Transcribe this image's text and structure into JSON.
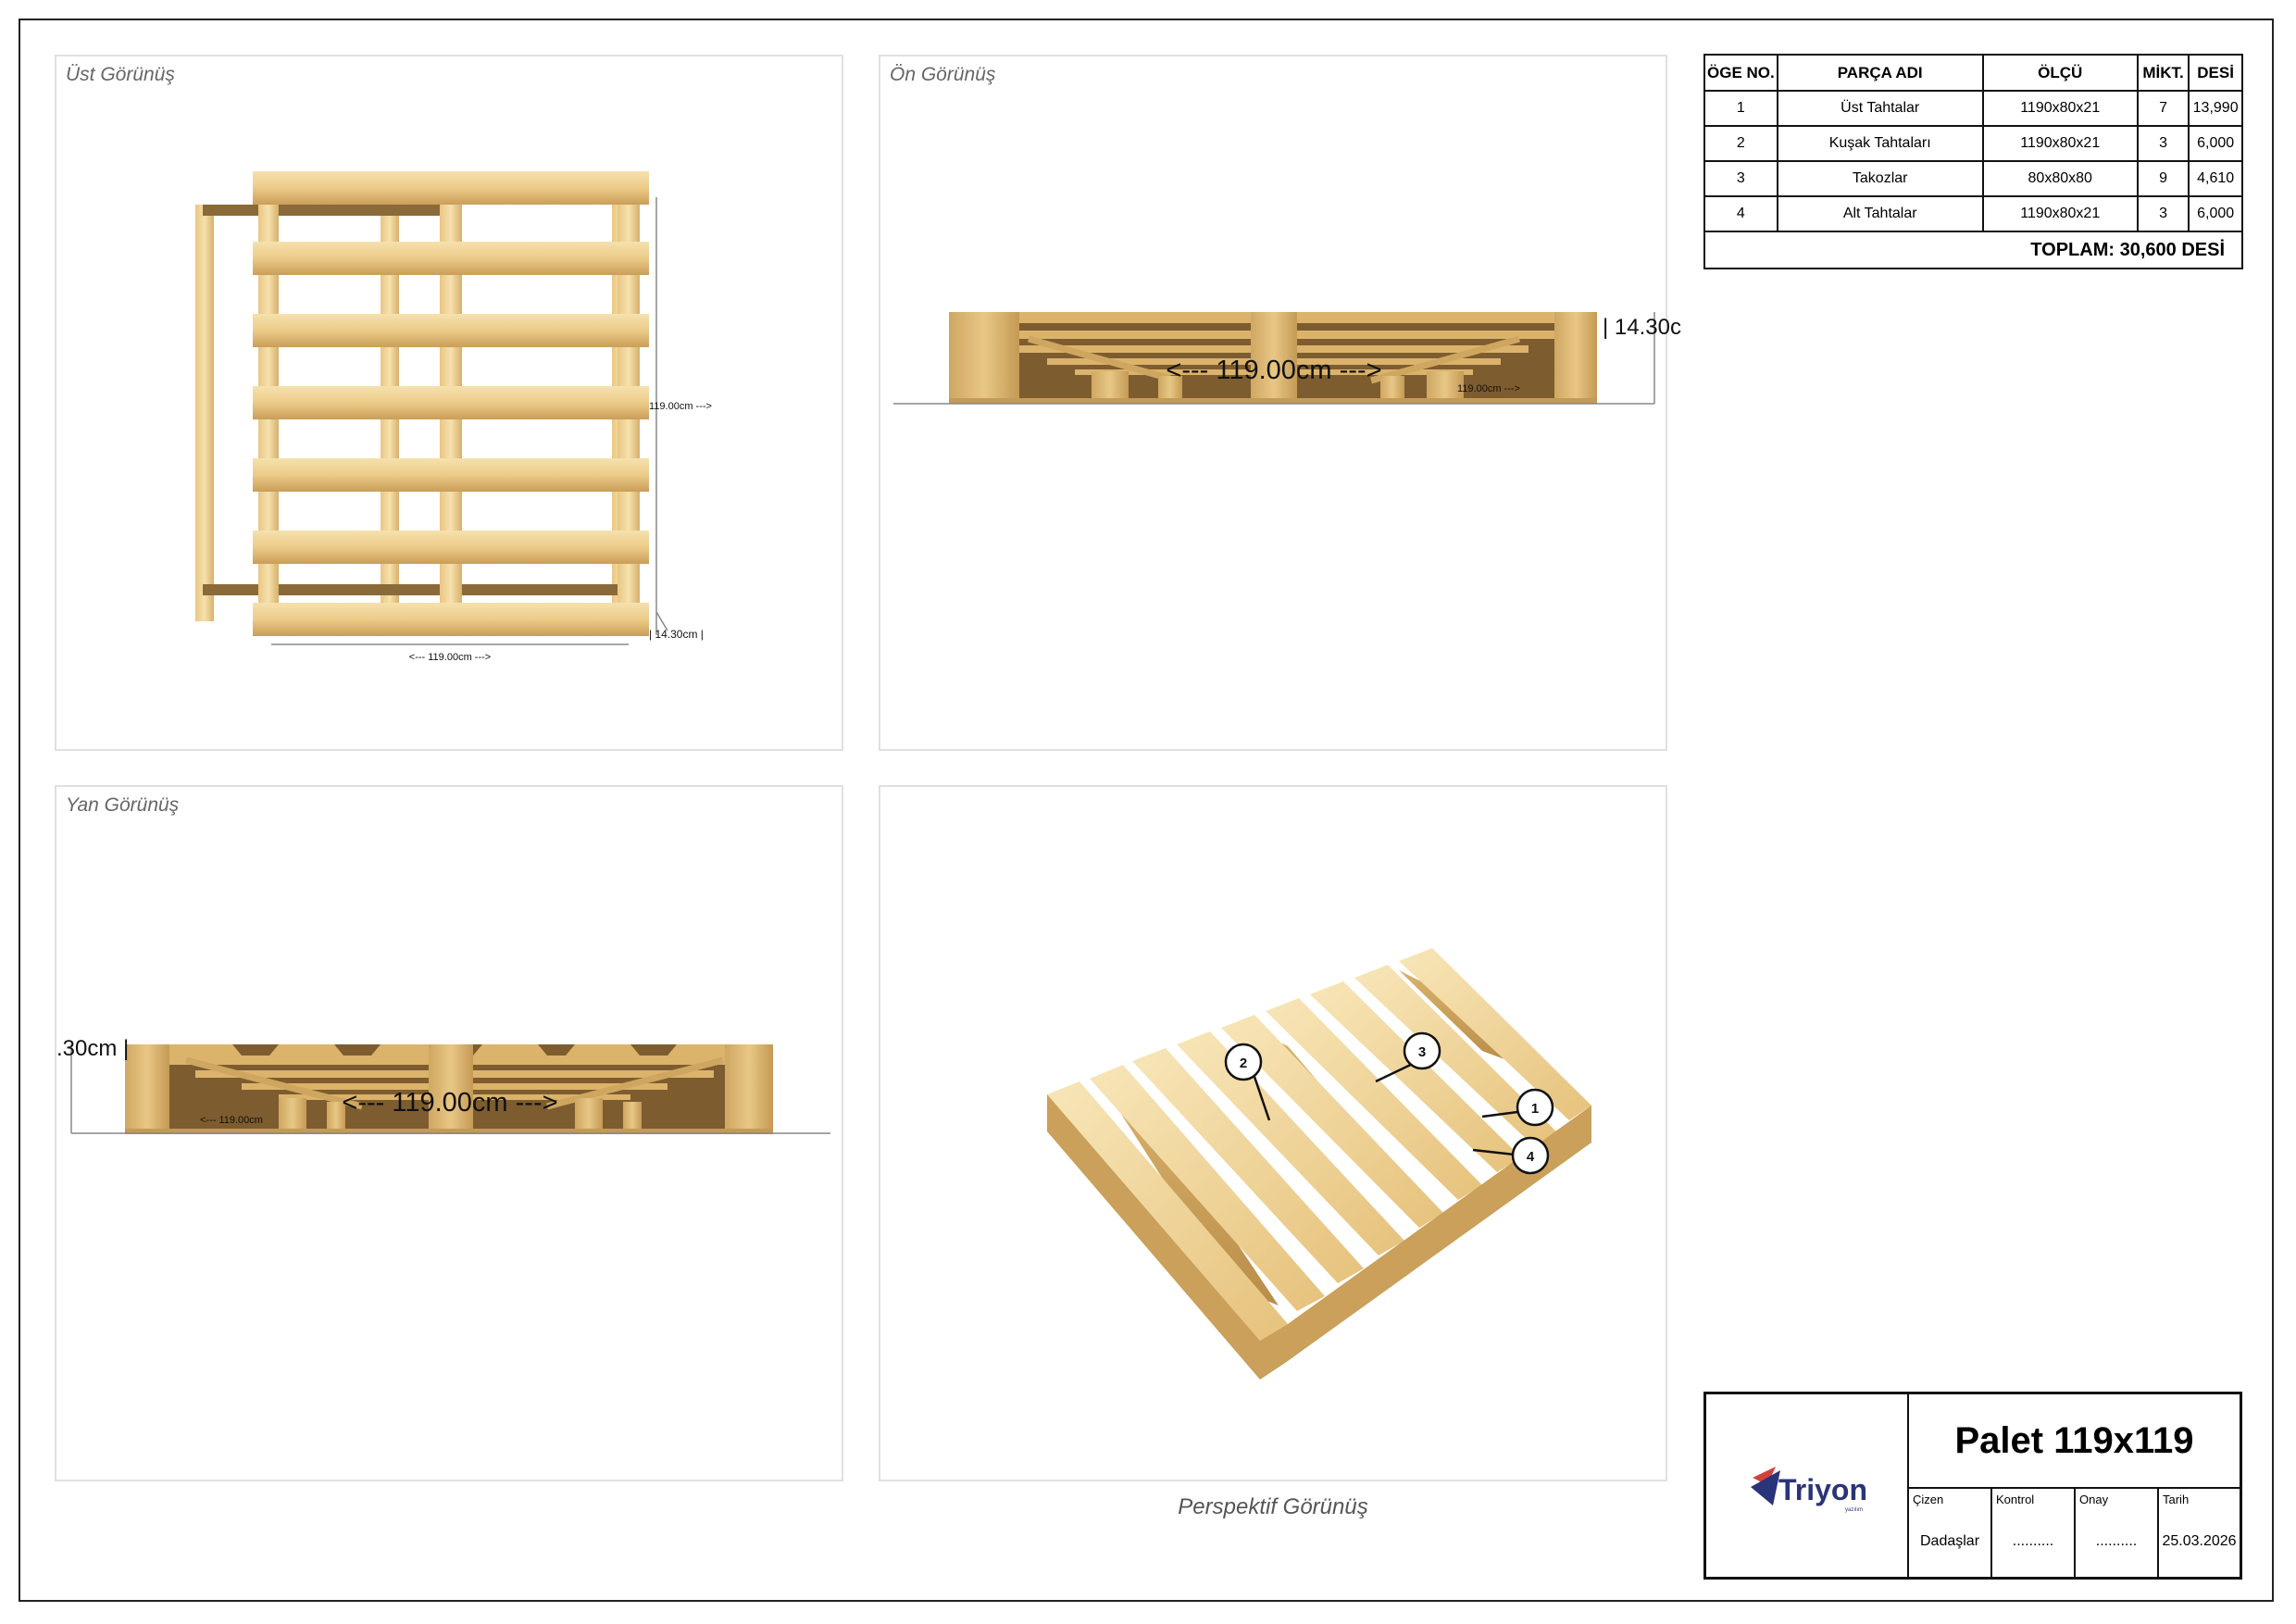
{
  "views": {
    "top": {
      "label": "Üst Görünüş",
      "dim_width": "<--- 119.00cm --->",
      "dim_depth": "119.00cm --->",
      "dim_height": "| 14.30cm |"
    },
    "front": {
      "label": "Ön Görünüş",
      "dim_width": "<--- 119.00cm --->",
      "dim_depth": "119.00cm --->",
      "dim_height": "| 14.30c"
    },
    "side": {
      "label": "Yan Görünüş",
      "dim_width": "<--- 119.00cm --->",
      "dim_depth": "<--- 119.00cm",
      "dim_height": ".30cm |"
    },
    "perspective": {
      "caption": "Perspektif Görünüş",
      "balloons": [
        "1",
        "2",
        "3",
        "4"
      ]
    }
  },
  "bom": {
    "headers": [
      "ÖGE NO.",
      "PARÇA ADI",
      "ÖLÇÜ",
      "MİKT.",
      "DESİ"
    ],
    "rows": [
      [
        "1",
        "Üst Tahtalar",
        "1190x80x21",
        "7",
        "13,990"
      ],
      [
        "2",
        "Kuşak Tahtaları",
        "1190x80x21",
        "3",
        "6,000"
      ],
      [
        "3",
        "Takozlar",
        "80x80x80",
        "9",
        "4,610"
      ],
      [
        "4",
        "Alt Tahtalar",
        "1190x80x21",
        "3",
        "6,000"
      ]
    ],
    "total": "TOPLAM: 30,600 DESİ"
  },
  "title_block": {
    "logo_text": "Triyon",
    "logo_tagline": "yazılım",
    "title": "Palet 119x119",
    "drawn_by_caption": "Çizen",
    "drawn_by": "Dadaşlar",
    "check_caption": "Kontrol",
    "check_value": "..........",
    "approval_caption": "Onay",
    "approval_value": "..........",
    "date_caption": "Tarih",
    "date_value": "25.03.2026"
  },
  "colors": {
    "wood_light": "#f3d9a0",
    "wood_mid": "#e2bb73",
    "wood_dark": "#b98d48",
    "logo_blue": "#2a3478",
    "logo_red": "#d2423c"
  }
}
